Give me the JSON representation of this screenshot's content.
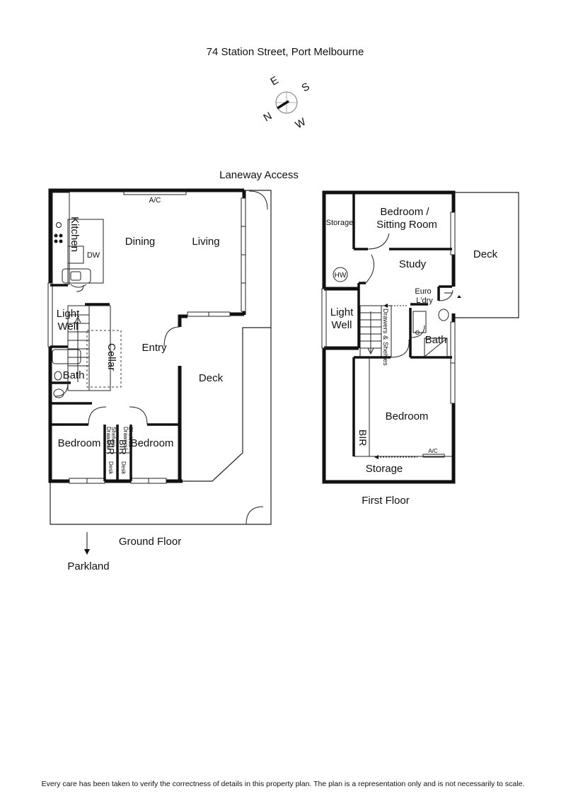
{
  "address": "74 Station Street, Port Melbourne",
  "compass": {
    "n": "N",
    "e": "E",
    "s": "S",
    "w": "W"
  },
  "ground_floor": {
    "title": "Ground Floor",
    "laneway": "Laneway Access",
    "parkland": "Parkland",
    "ac": "A/C",
    "rooms": {
      "kitchen": "Kitchen",
      "dw": "DW",
      "dining": "Dining",
      "living": "Living",
      "light": "Light",
      "well": "Well",
      "cellar": "Cellar",
      "entry": "Entry",
      "bath": "Bath",
      "deck": "Deck",
      "bedroom_left": "Bedroom",
      "bedroom_right": "Bedroom",
      "bir_left": "BIR",
      "bir_right": "BIR",
      "desk_left": "Desk",
      "desk_right": "Desk",
      "drawers_left_1": "Drawers/",
      "drawers_left_2": "Shelves",
      "drawers_right_1": "Drawers/",
      "drawers_right_2": "Shelves"
    }
  },
  "first_floor": {
    "title": "First Floor",
    "ac": "A/C",
    "rooms": {
      "storage_top": "Storage",
      "bedroom_line1": "Bedroom /",
      "bedroom_line2": "Sitting Room",
      "deck": "Deck",
      "study": "Study",
      "hw": "HW",
      "euro": "Euro",
      "ldry": "L'dry",
      "light": "Light",
      "well": "Well",
      "drawers": "Drawers & Shelves",
      "bath": "Bath",
      "bir": "BIR",
      "bedroom": "Bedroom",
      "storage_bottom": "Storage"
    }
  },
  "disclaimer": "Every care has been taken to verify the correctness of details in this property plan. The plan is a representation only and is not necessarily to scale."
}
